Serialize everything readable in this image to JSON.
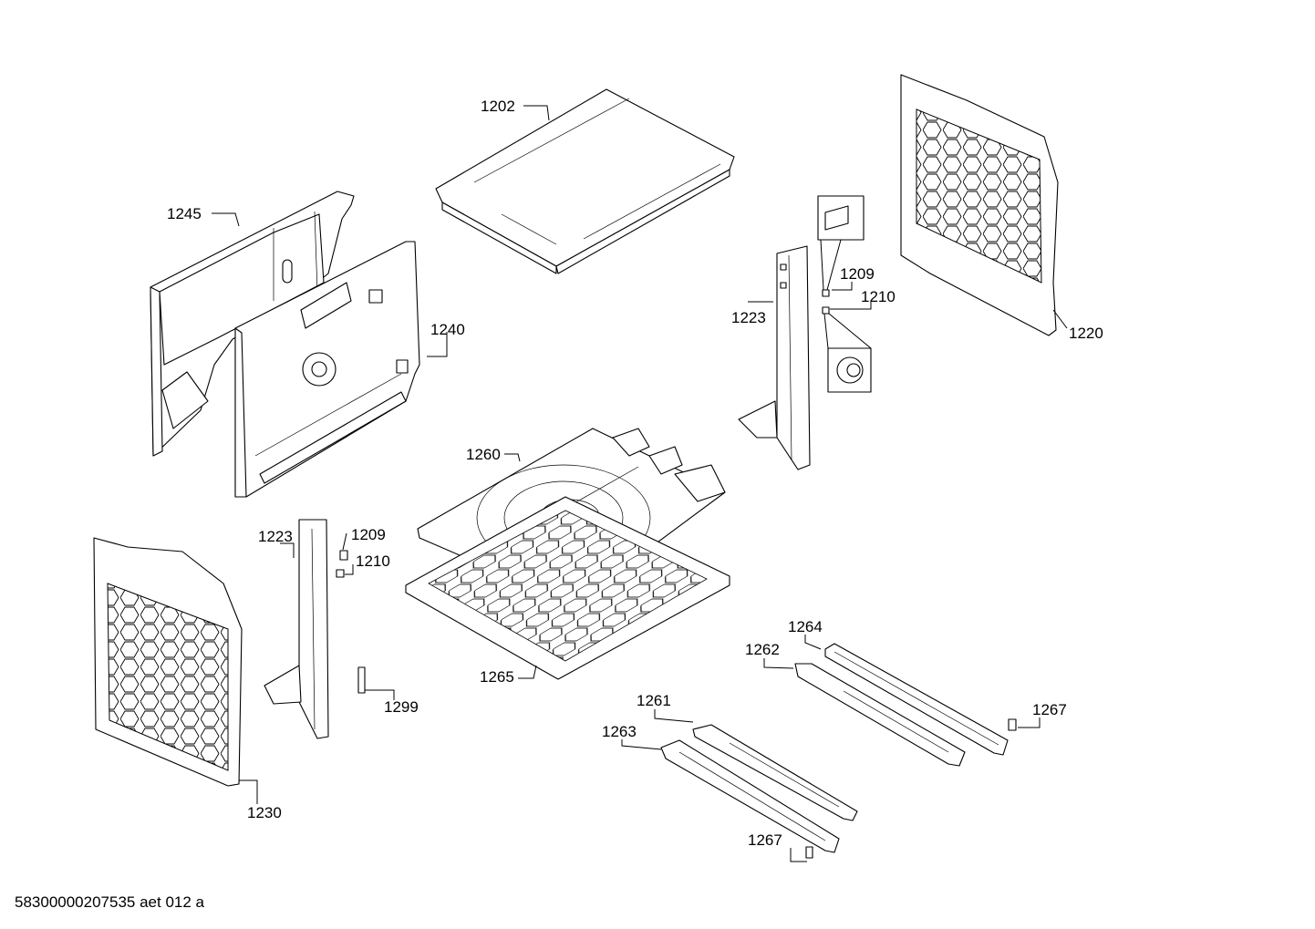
{
  "labels": {
    "l1202": "1202",
    "l1245": "1245",
    "l1240": "1240",
    "l1209a": "1209",
    "l1210a": "1210",
    "l1223a": "1223",
    "l1220": "1220",
    "l1260": "1260",
    "l1223b": "1223",
    "l1209b": "1209",
    "l1210b": "1210",
    "l1299": "1299",
    "l1230": "1230",
    "l1265": "1265",
    "l1264": "1264",
    "l1262": "1262",
    "l1261": "1261",
    "l1263": "1263",
    "l1267a": "1267",
    "l1267b": "1267"
  },
  "footer": "58300000207535 aet 012 a"
}
